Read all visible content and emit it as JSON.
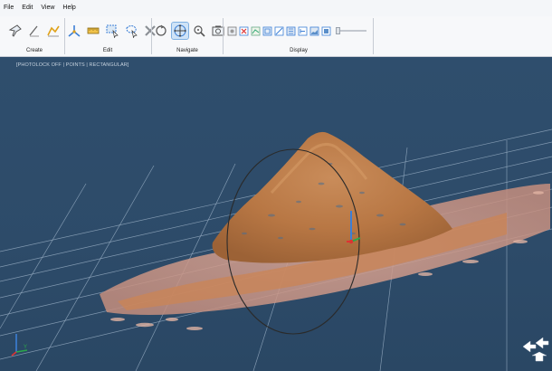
{
  "menu": [
    "File",
    "Edit",
    "View",
    "Help"
  ],
  "toolbar": {
    "groups": {
      "create": "Create",
      "edit": "Edit",
      "navigate": "Navigate",
      "display": "Display"
    }
  },
  "viewport": {
    "status": "[PHOTOLOCK OFF | POINTS | RECTANGULAR]"
  },
  "icons": {
    "create": [
      "pin-icon",
      "line-icon",
      "polyline-icon"
    ],
    "edit": [
      "axis-icon",
      "measure-icon",
      "select-region-icon",
      "lasso-icon",
      "delete-icon"
    ],
    "navigate": [
      "rotate-icon",
      "orbit-icon",
      "pivot-icon",
      "camera-icon"
    ],
    "display": [
      "display-1-icon",
      "display-2-icon",
      "display-3-icon",
      "display-4-icon",
      "display-5-icon",
      "display-6-icon",
      "display-7-icon",
      "display-8-icon",
      "display-9-icon"
    ]
  },
  "colors": {
    "viewport_bg": "#2e4d6c",
    "point_cloud": "#b7794a",
    "accent": "#3c7fd6"
  }
}
